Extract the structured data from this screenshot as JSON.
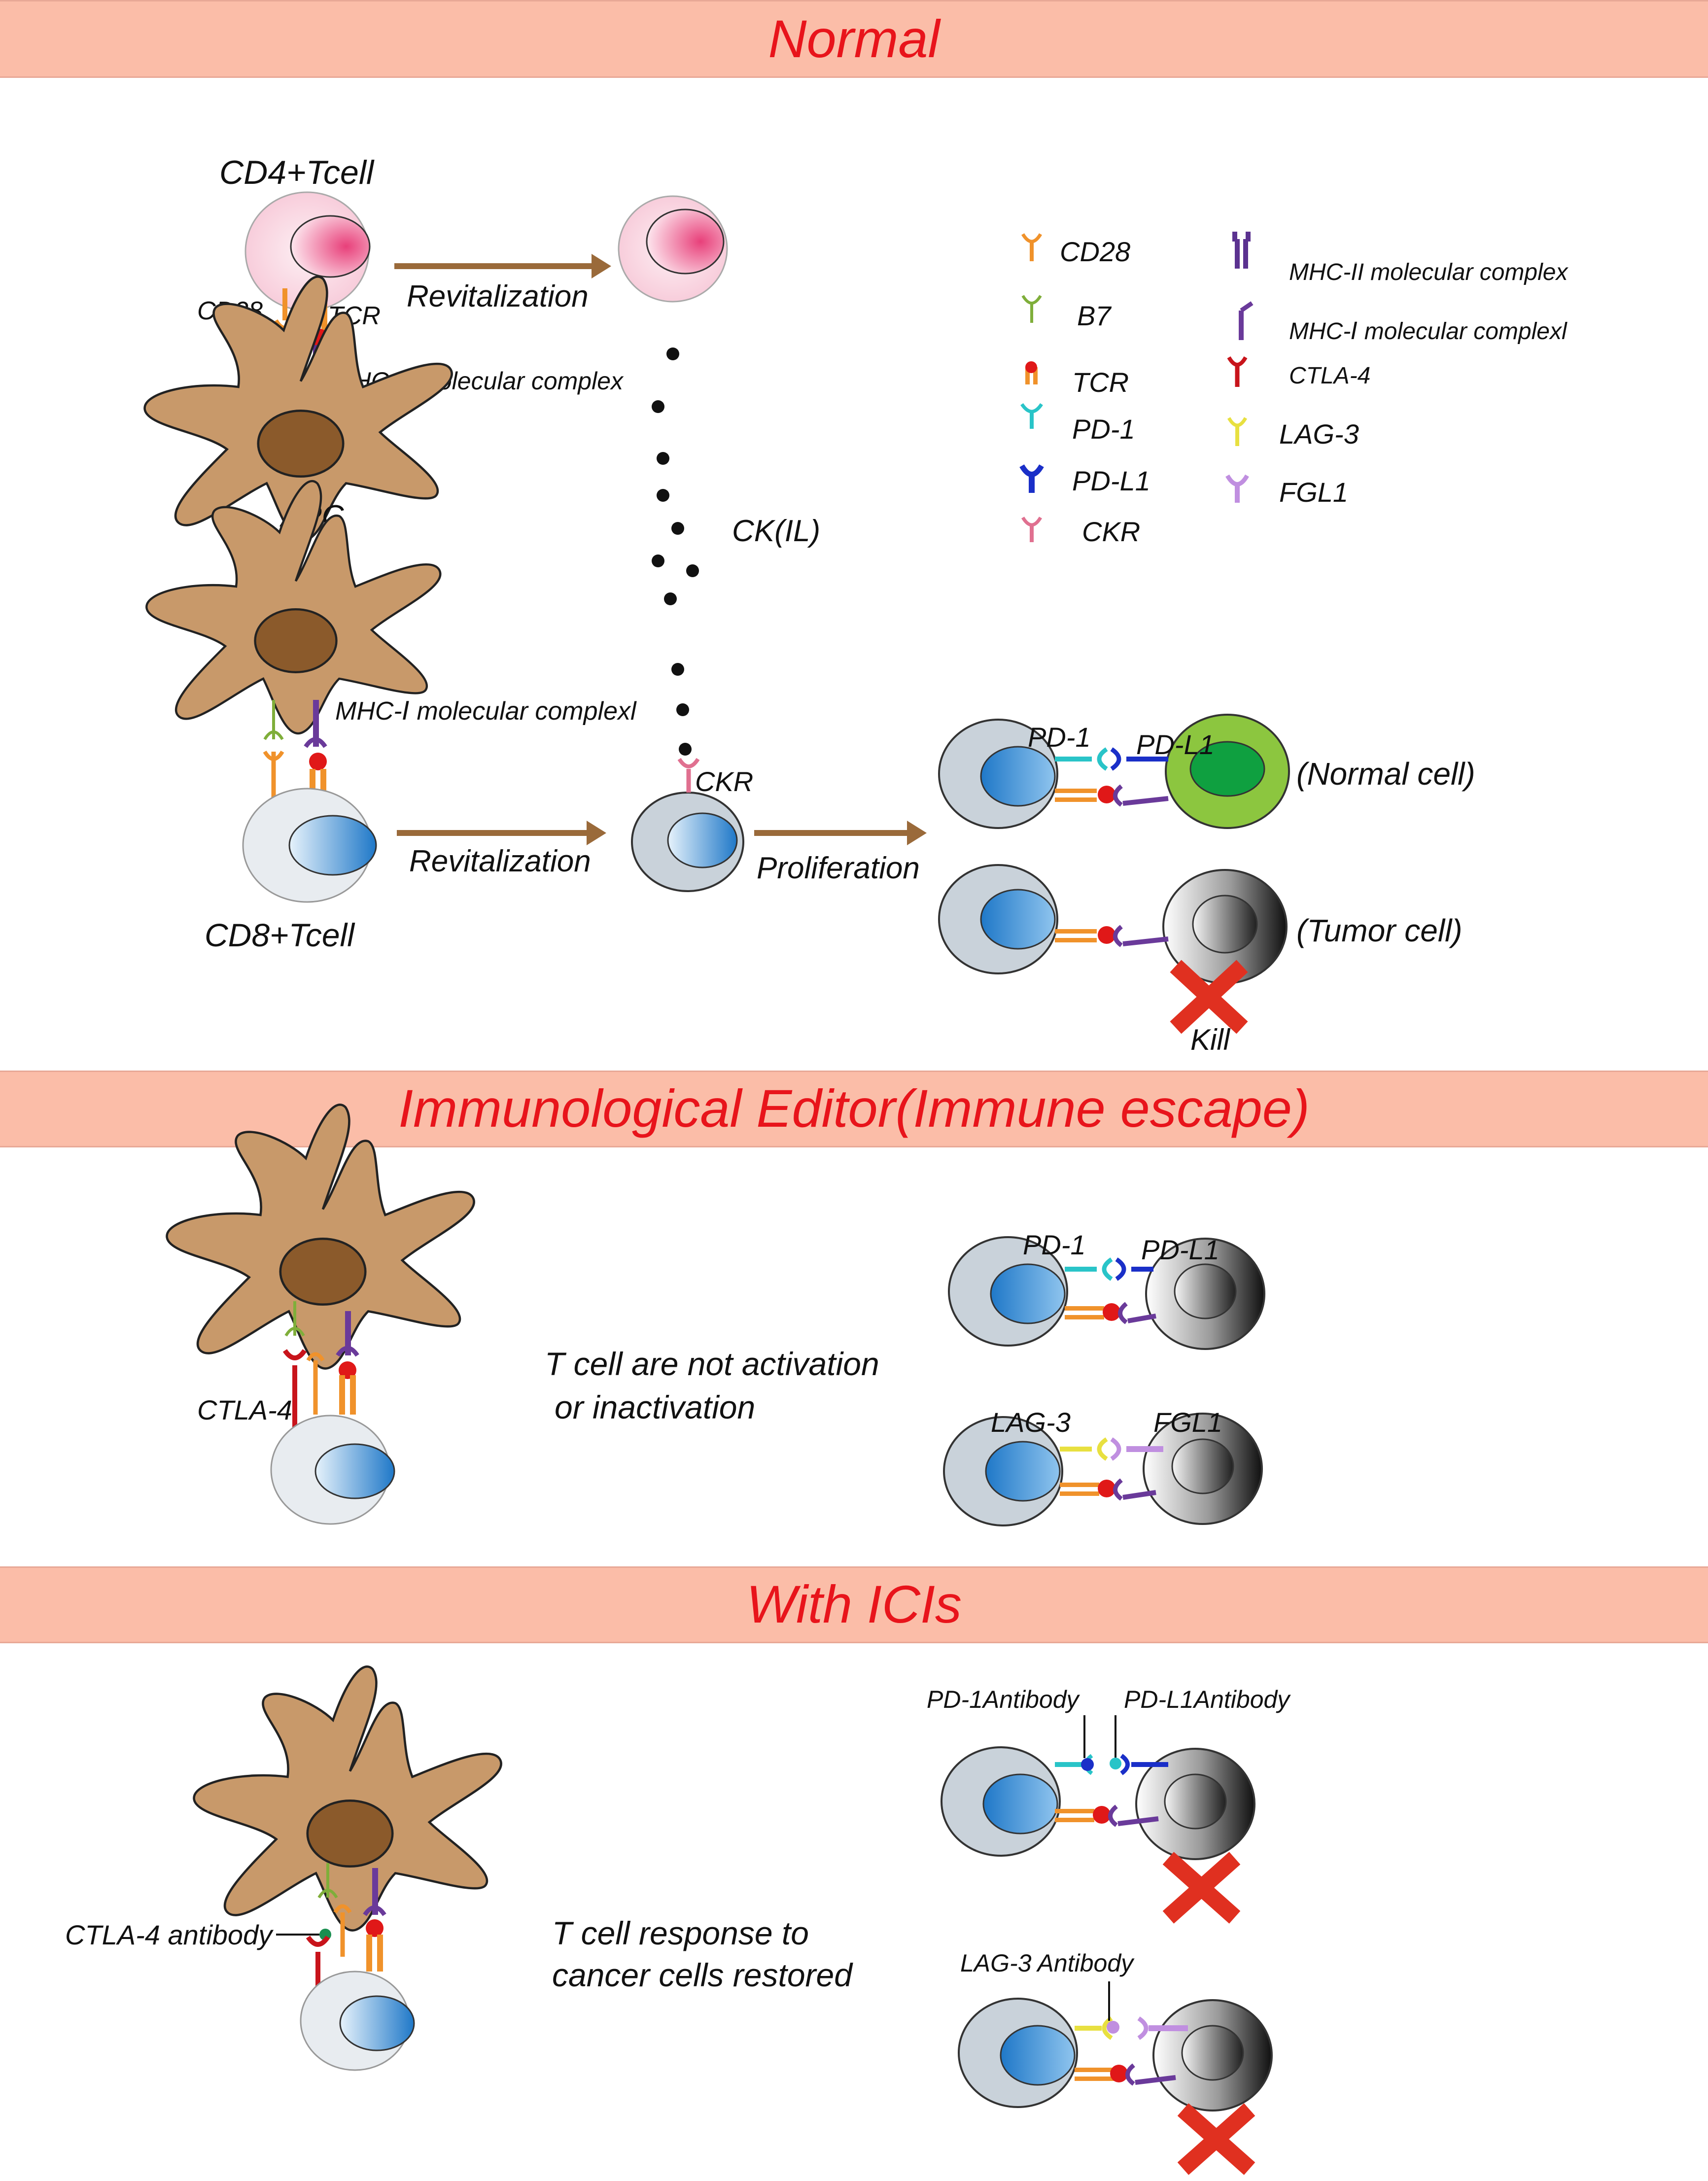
{
  "sections": {
    "normal": {
      "title": "Normal"
    },
    "escape": {
      "title": "Immunological Editor(Immune escape)"
    },
    "icis": {
      "title": "With ICIs"
    }
  },
  "normal": {
    "cd4_label": "CD4+Tcell",
    "cd28_label": "CD28",
    "tcr_label": "TCR",
    "b7_label": "B7",
    "mhc2_label": "MHC-II molecular complex",
    "apc_label": "APC",
    "revitalization_top": "Revitalization",
    "ck_label": "CK(IL)",
    "mhc1_label": "MHC-Ⅰ molecular complexl",
    "ckr_label": "CKR",
    "revitalization_bottom": "Revitalization",
    "proliferation_label": "Proliferation",
    "cd8_label": "CD8+Tcell",
    "pd1_label": "PD-1",
    "pdl1_label": "PD-L1",
    "normal_cell_label": "(Normal cell)",
    "tumor_cell_label": "(Tumor cell)",
    "kill_label": "Kill"
  },
  "legend": {
    "items": [
      {
        "label": "CD28",
        "color": "#f0922b",
        "icon": "cd28-receptor-icon"
      },
      {
        "label": "B7",
        "color": "#7fae3a",
        "icon": "b7-receptor-icon"
      },
      {
        "label": "TCR",
        "color": "#f0922b",
        "icon": "tcr-receptor-icon"
      },
      {
        "label": "PD-1",
        "color": "#29c4c8",
        "icon": "pd1-receptor-icon"
      },
      {
        "label": "PD-L1",
        "color": "#1a2fc8",
        "icon": "pdl1-receptor-icon"
      },
      {
        "label": "CKR",
        "color": "#e07090",
        "icon": "ckr-receptor-icon"
      },
      {
        "label": "MHC-II molecular complex",
        "color": "#5b3290",
        "icon": "mhc2-receptor-icon"
      },
      {
        "label": "MHC-Ⅰ molecular complexl",
        "color": "#6a3a9a",
        "icon": "mhc1-receptor-icon"
      },
      {
        "label": "CTLA-4",
        "color": "#c8141b",
        "icon": "ctla4-receptor-icon"
      },
      {
        "label": "LAG-3",
        "color": "#e8e040",
        "icon": "lag3-receptor-icon"
      },
      {
        "label": "FGL1",
        "color": "#c08fe0",
        "icon": "fgl1-receptor-icon"
      }
    ]
  },
  "escape": {
    "ctla4_label": "CTLA-4",
    "message_line1": "T cell are not activation",
    "message_line2": "or inactivation",
    "pd1_label": "PD-1",
    "pdl1_label": "PD-L1",
    "lag3_label": "LAG-3",
    "fgl1_label": "FGL1"
  },
  "icis": {
    "ctla4_antibody_label": "CTLA-4 antibody",
    "message_line1": "T cell response to",
    "message_line2": "cancer cells restored",
    "pd1_antibody_label": "PD-1Antibody",
    "pdl1_antibody_label": "PD-L1Antibody",
    "lag3_antibody_label": "LAG-3 Antibody"
  },
  "colors": {
    "header_bg": "#fbbda8",
    "title_red": "#e8141b",
    "apc_brown": "#c8996a",
    "cross_red": "#e03020",
    "arrow_brown": "#9a6a3a"
  }
}
